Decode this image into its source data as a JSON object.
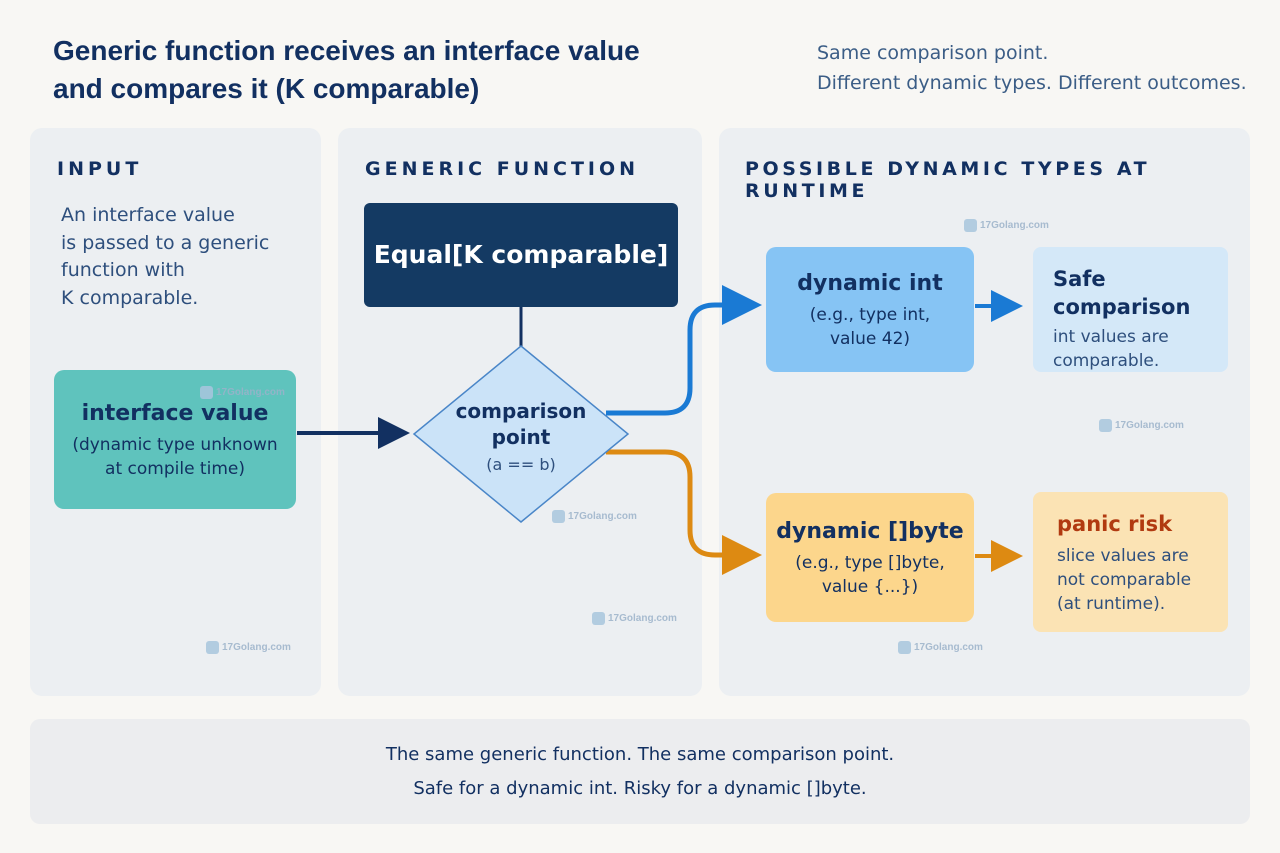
{
  "title": {
    "line1": "Generic function receives an interface value",
    "line2": "and compares it (K comparable)"
  },
  "subtitle": {
    "line1": "Same comparison point.",
    "line2": "Different dynamic types. Different outcomes."
  },
  "panels": {
    "input": {
      "heading": "INPUT",
      "desc": [
        "An interface value",
        "is passed to a generic",
        "function with",
        "K comparable."
      ]
    },
    "generic": {
      "heading": "GENERIC FUNCTION"
    },
    "runtime": {
      "heading": "POSSIBLE DYNAMIC TYPES AT RUNTIME"
    }
  },
  "nodes": {
    "interface_value": {
      "title": "interface value",
      "lines": [
        "(dynamic type unknown",
        "at compile time)"
      ]
    },
    "equal_func": {
      "title": "Equal[K comparable]"
    },
    "comparison_point": {
      "title_line1": "comparison",
      "title_line2": "point",
      "expr": "(a == b)"
    },
    "dynamic_int": {
      "title": "dynamic int",
      "lines": [
        "(e.g., type int,",
        "value 42)"
      ]
    },
    "dynamic_bytes": {
      "title": "dynamic []byte",
      "lines": [
        "(e.g., type []byte,",
        "value {...})"
      ]
    },
    "safe_comparison": {
      "title": "Safe comparison",
      "lines": [
        "int values are",
        "comparable."
      ]
    },
    "panic_risk": {
      "title": "panic risk",
      "lines": [
        "slice values are",
        "not comparable",
        "(at runtime)."
      ]
    }
  },
  "footer": {
    "line1": "The same generic function. The same comparison point.",
    "line2": "Safe for a dynamic int. Risky for a dynamic []byte."
  },
  "watermark": {
    "text": "17Golang.com"
  },
  "colors": {
    "navy": "#123061",
    "teal": "#5fc3bd",
    "blue_box": "#86c4f4",
    "blue_arrow": "#1a7ad4",
    "orange_box": "#fcd68c",
    "orange_arrow": "#dd8a12",
    "panic_red": "#b13a10"
  }
}
